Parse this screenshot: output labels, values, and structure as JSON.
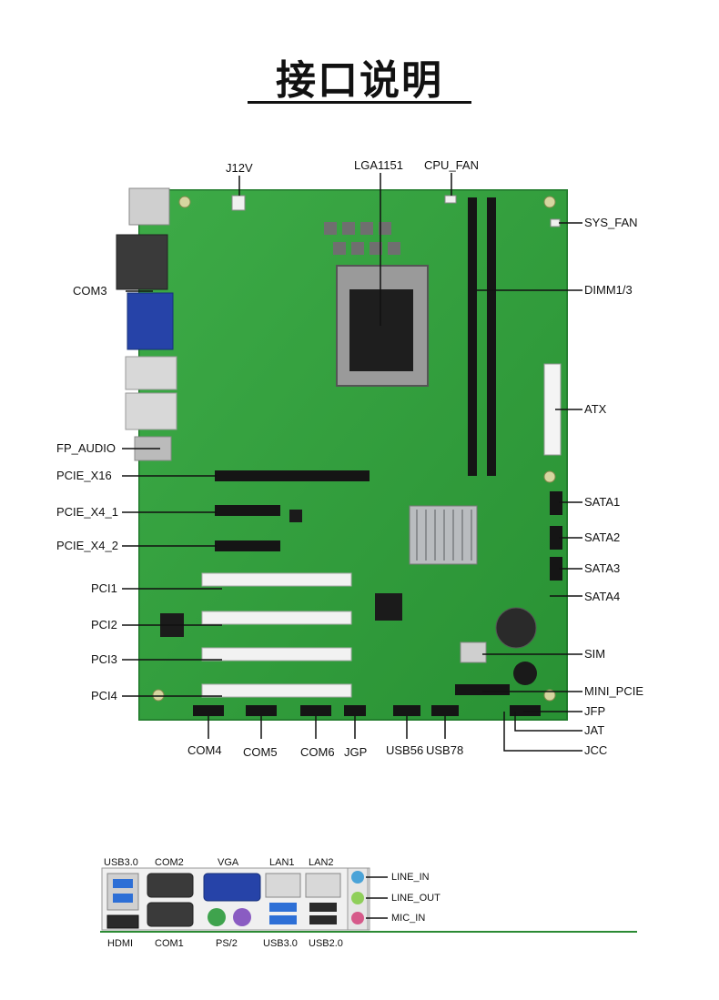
{
  "title": "接口说明",
  "board_labels": {
    "j12v": "J12V",
    "lga1151": "LGA1151",
    "cpu_fan": "CPU_FAN",
    "sys_fan": "SYS_FAN",
    "com3": "COM3",
    "dimm": "DIMM1/3",
    "atx": "ATX",
    "fp_audio": "FP_AUDIO",
    "pcie_x16": "PCIE_X16",
    "pcie_x4_1": "PCIE_X4_1",
    "pcie_x4_2": "PCIE_X4_2",
    "sata1": "SATA1",
    "sata2": "SATA2",
    "sata3": "SATA3",
    "sata4": "SATA4",
    "pci1": "PCI1",
    "pci2": "PCI2",
    "pci3": "PCI3",
    "pci4": "PCI4",
    "sim": "SIM",
    "mini_pcie": "MINI_PCIE",
    "jfp": "JFP",
    "jat": "JAT",
    "jcc": "JCC",
    "com4": "COM4",
    "com5": "COM5",
    "com6": "COM6",
    "jgp": "JGP",
    "usb56": "USB56",
    "usb78": "USB78"
  },
  "io_labels": {
    "usb30_top": "USB3.0",
    "com2": "COM2",
    "vga": "VGA",
    "lan1": "LAN1",
    "lan2": "LAN2",
    "hdmi": "HDMI",
    "com1": "COM1",
    "ps2": "PS/2",
    "usb30_bottom": "USB3.0",
    "usb20": "USB2.0",
    "line_in": "LINE_IN",
    "line_out": "LINE_OUT",
    "mic_in": "MIC_IN"
  },
  "colors": {
    "pcb": "#2f9e3a",
    "pcb_dark": "#1f7a2a",
    "slot_black": "#151515",
    "slot_white": "#f2f2f2",
    "vga_blue": "#2643a8",
    "ps2_purple": "#8a5cc2",
    "ps2_green": "#3fa34d",
    "audio_blue": "#4aa3d8",
    "audio_green": "#8fcf5a",
    "audio_pink": "#d65a8a"
  }
}
